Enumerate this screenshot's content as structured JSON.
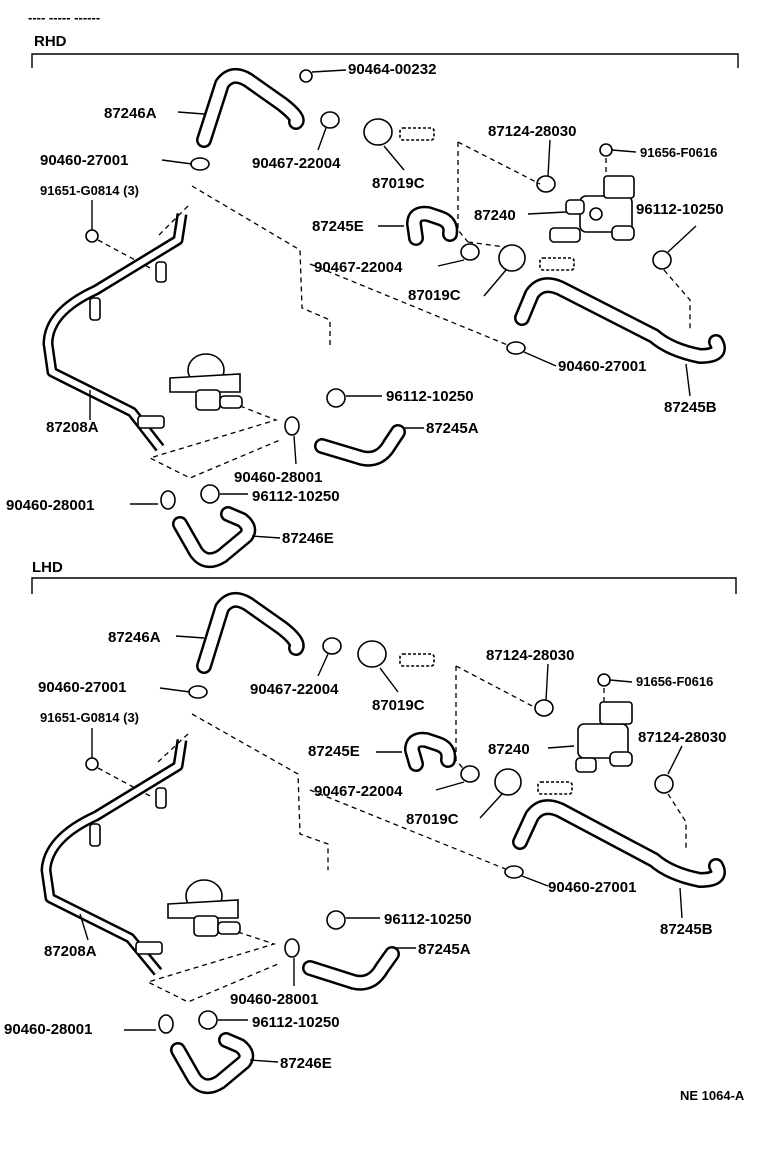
{
  "header_smudge": "‐‐‐‐ ‐‐‐‐‐   ‐‐‐‐‐‐",
  "sections": [
    {
      "title": "RHD",
      "labels": {
        "l_9046400232": "90464-00232",
        "l_87246a": "87246A",
        "l_9046027001_top": "90460-27001",
        "l_9046722004_top": "90467-22004",
        "l_87019c_top": "87019C",
        "l_8712428030": "87124-28030",
        "l_91656": "91656-F0616",
        "l_91651": "91651-G0814 (3)",
        "l_87245e": "87245E",
        "l_87240": "87240",
        "l_9611210250_r": "96112-10250",
        "l_9046722004_mid": "90467-22004",
        "l_87019c_mid": "87019C",
        "l_9046027001_mid": "90460-27001",
        "l_9611210250_c": "96112-10250",
        "l_87208a": "87208A",
        "l_87245a": "87245A",
        "l_87245b": "87245B",
        "l_9046028001_c": "90460-28001",
        "l_9046028001_l": "90460-28001",
        "l_9611210250_b": "96112-10250",
        "l_87246e": "87246E"
      }
    },
    {
      "title": "LHD",
      "labels": {
        "l_87246a": "87246A",
        "l_9046027001_top": "90460-27001",
        "l_9046722004_top": "90467-22004",
        "l_87019c_top": "87019C",
        "l_8712428030": "87124-28030",
        "l_91656": "91656-F0616",
        "l_91651": "91651-G0814 (3)",
        "l_87245e": "87245E",
        "l_87240": "87240",
        "l_8712428030_r": "87124-28030",
        "l_9046722004_mid": "90467-22004",
        "l_87019c_mid": "87019C",
        "l_9046027001_mid": "90460-27001",
        "l_9611210250_c": "96112-10250",
        "l_87208a": "87208A",
        "l_87245a": "87245A",
        "l_87245b": "87245B",
        "l_9046028001_c": "90460-28001",
        "l_9046028001_l": "90460-28001",
        "l_9611210250_b": "96112-10250",
        "l_87246e": "87246E"
      }
    }
  ],
  "footer_code": "NE 1064-A"
}
